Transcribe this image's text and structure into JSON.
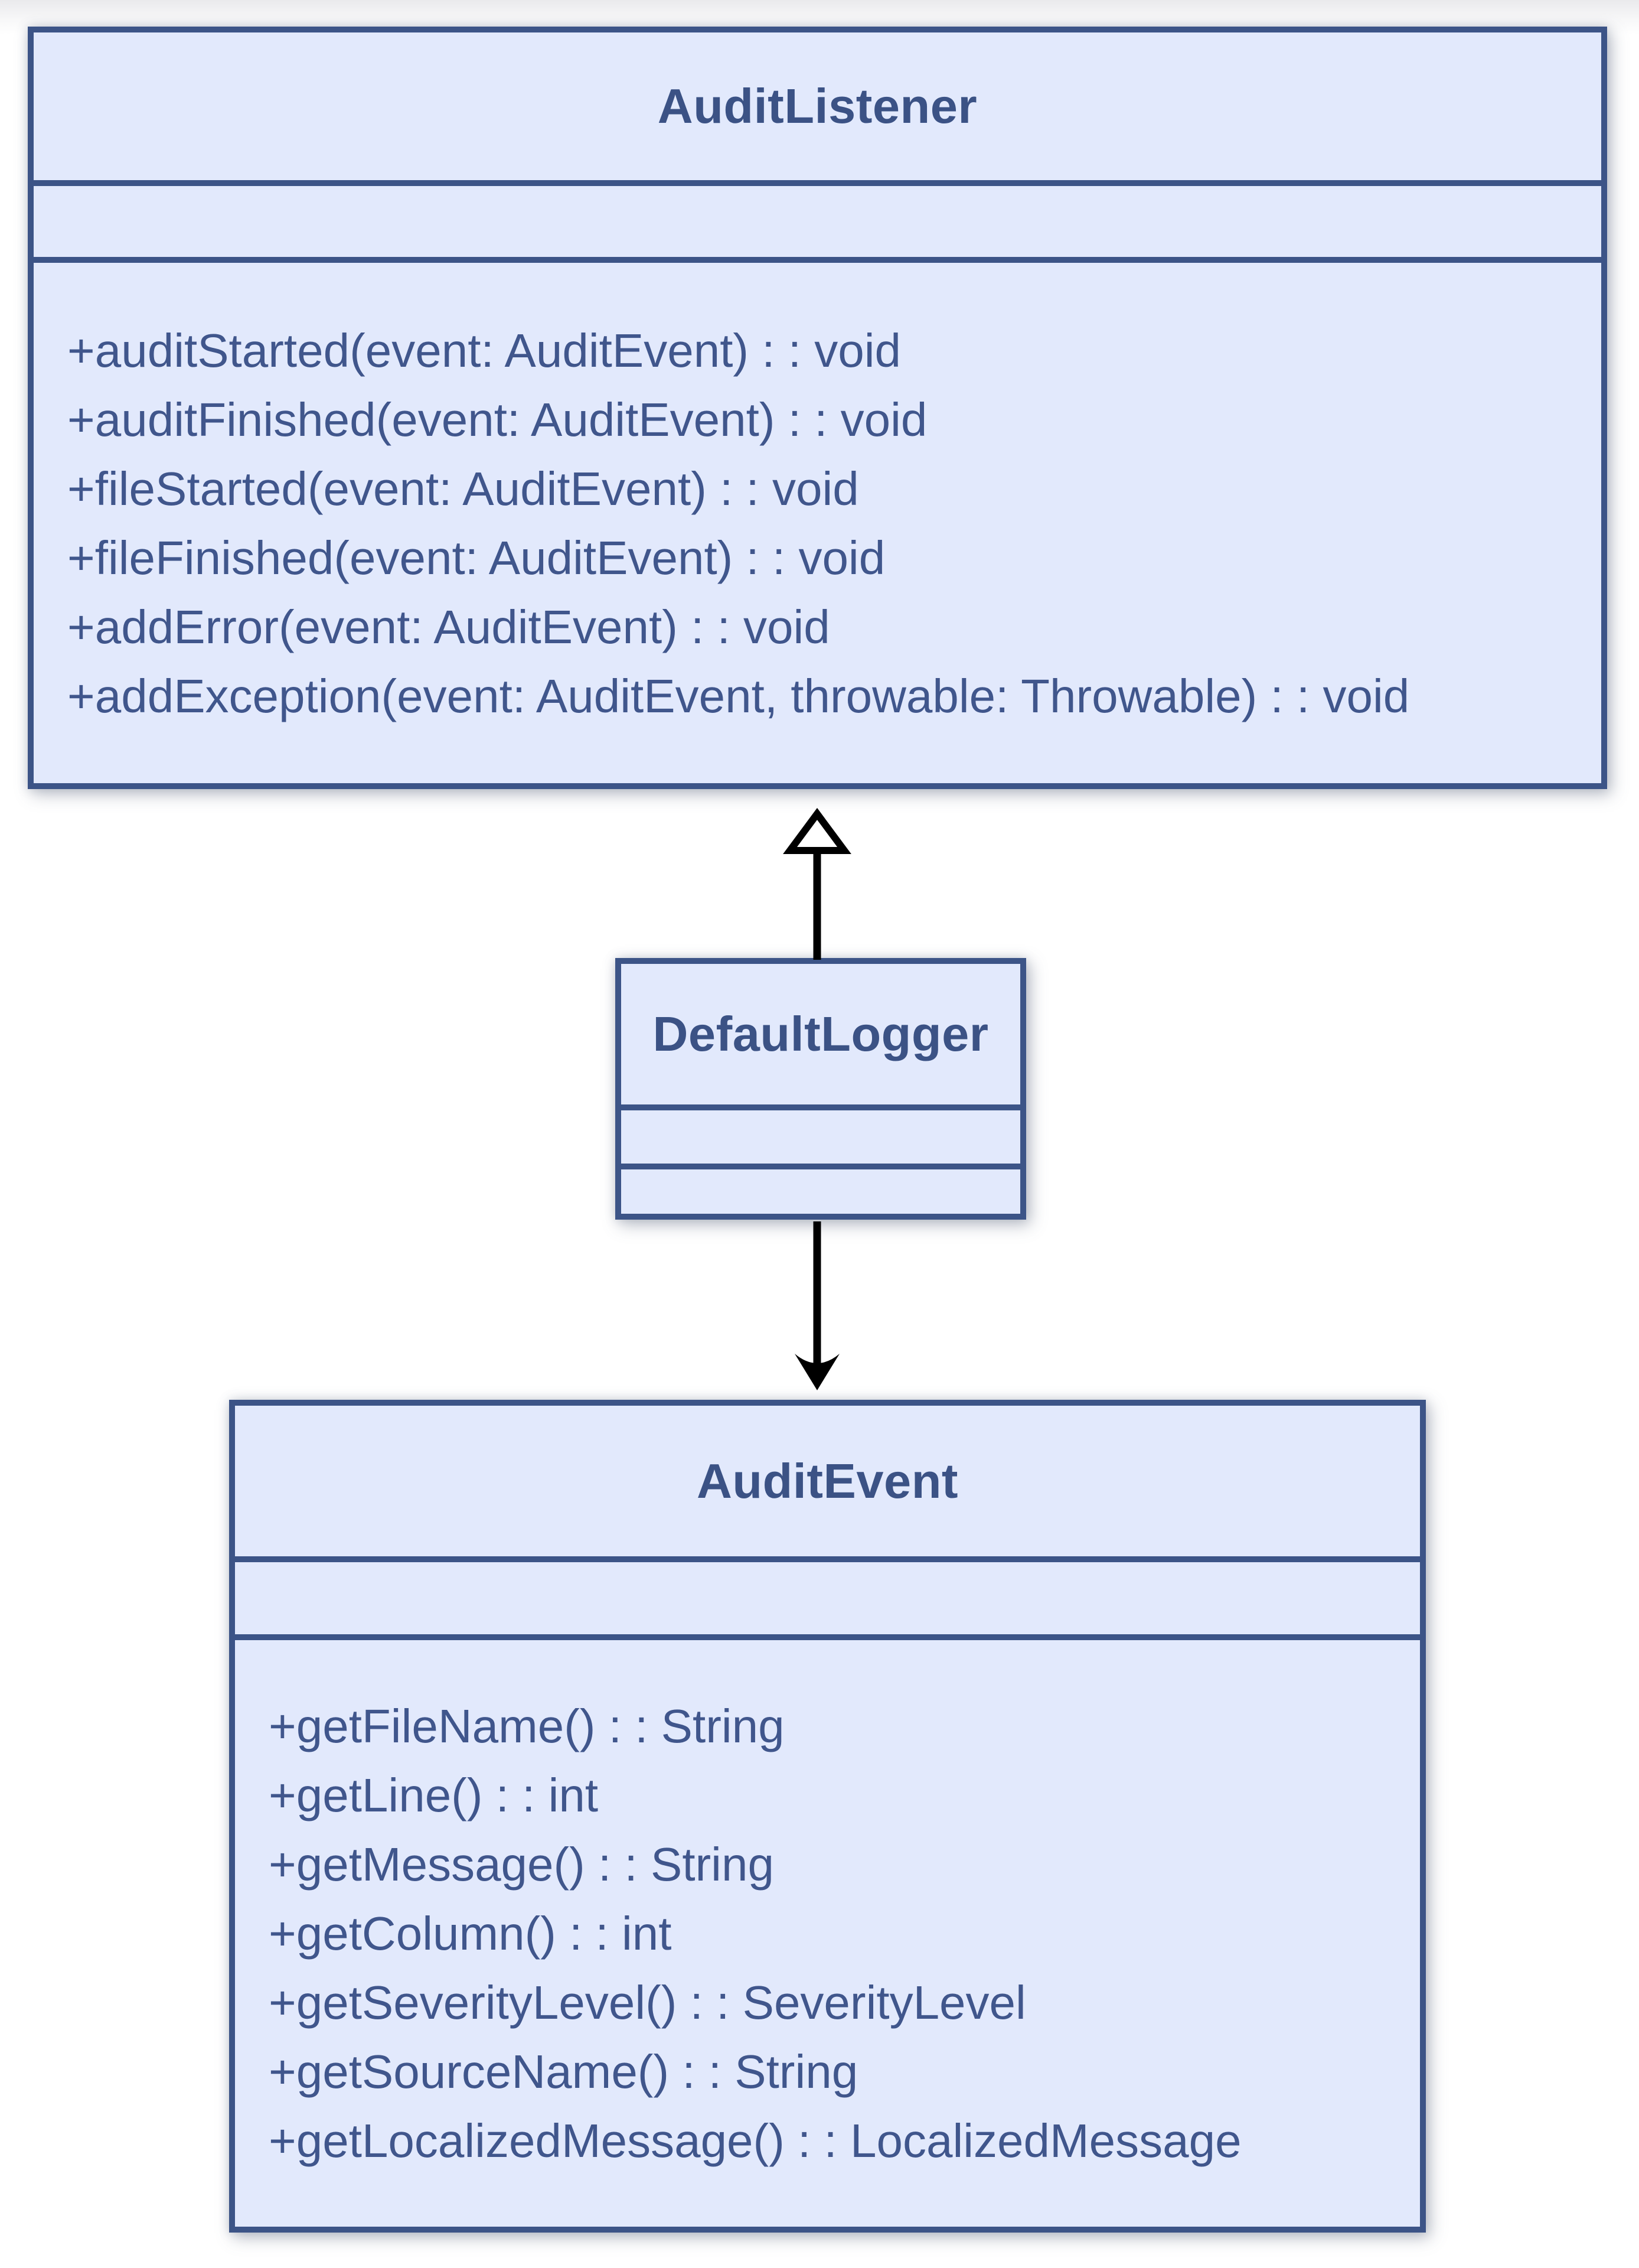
{
  "diagram": {
    "type": "uml-class-diagram",
    "classes": [
      {
        "name": "AuditListener",
        "attributes": [],
        "methods": [
          "+auditStarted(event: AuditEvent) : : void",
          "+auditFinished(event: AuditEvent) : : void",
          "+fileStarted(event: AuditEvent) : : void",
          "+fileFinished(event: AuditEvent) : : void",
          "+addError(event: AuditEvent) : : void",
          "+addException(event: AuditEvent, throwable: Throwable) : : void"
        ]
      },
      {
        "name": "DefaultLogger",
        "attributes": [],
        "methods": []
      },
      {
        "name": "AuditEvent",
        "attributes": [],
        "methods": [
          "+getFileName() : : String",
          "+getLine() : : int",
          "+getMessage() : : String",
          "+getColumn() : : int",
          "+getSeverityLevel() : : SeverityLevel",
          "+getSourceName() : : String",
          "+getLocalizedMessage() : : LocalizedMessage"
        ]
      }
    ],
    "relationships": [
      {
        "type": "generalization",
        "from": "DefaultLogger",
        "to": "AuditListener"
      },
      {
        "type": "directed-association",
        "from": "DefaultLogger",
        "to": "AuditEvent"
      }
    ],
    "colors": {
      "box_fill": "#e2e9fc",
      "box_border": "#3c5487",
      "title_text": "#3b5285",
      "method_text": "#40568c",
      "arrow": "#000000"
    }
  }
}
